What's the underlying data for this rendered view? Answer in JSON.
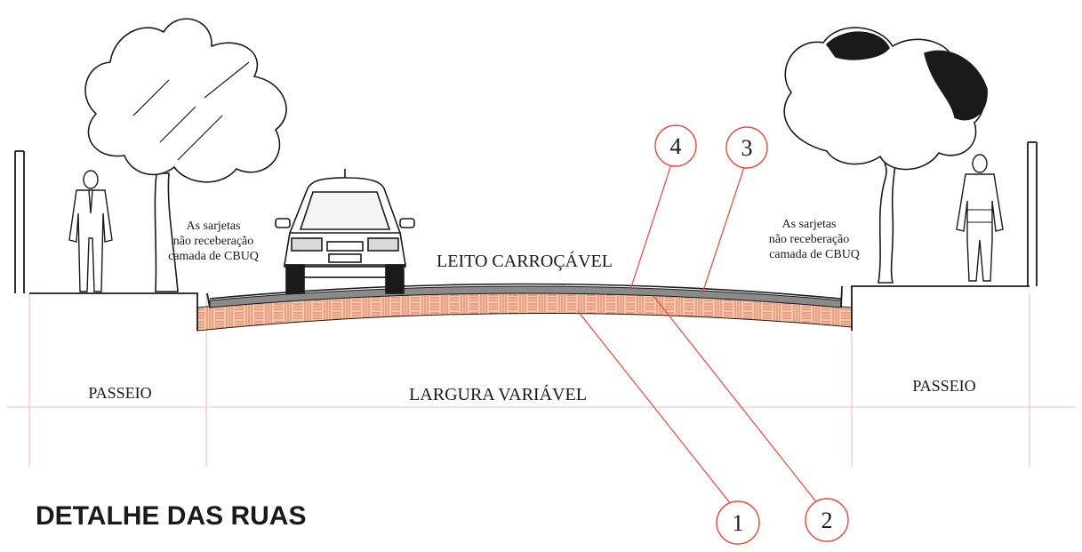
{
  "title": "DETALHE DAS RUAS",
  "labels": {
    "road": "LEITO CARROÇÁVEL",
    "width": "LARGURA VARIÁVEL",
    "sidewalk_left": "PASSEIO",
    "sidewalk_right": "PASSEIO",
    "note_left": [
      "As sarjetas",
      "não receberação",
      "camada de CBUQ"
    ],
    "note_right": [
      "As sarjetas",
      "não receberação",
      "camada de CBUQ"
    ]
  },
  "callouts": [
    "1",
    "2",
    "3",
    "4"
  ],
  "colors": {
    "ink": "#1a1a1a",
    "red_line": "#e8463a",
    "base_fill": "#f3c7a9",
    "base_hatch": "#e0735a",
    "asphalt": "#6f6f6f"
  }
}
